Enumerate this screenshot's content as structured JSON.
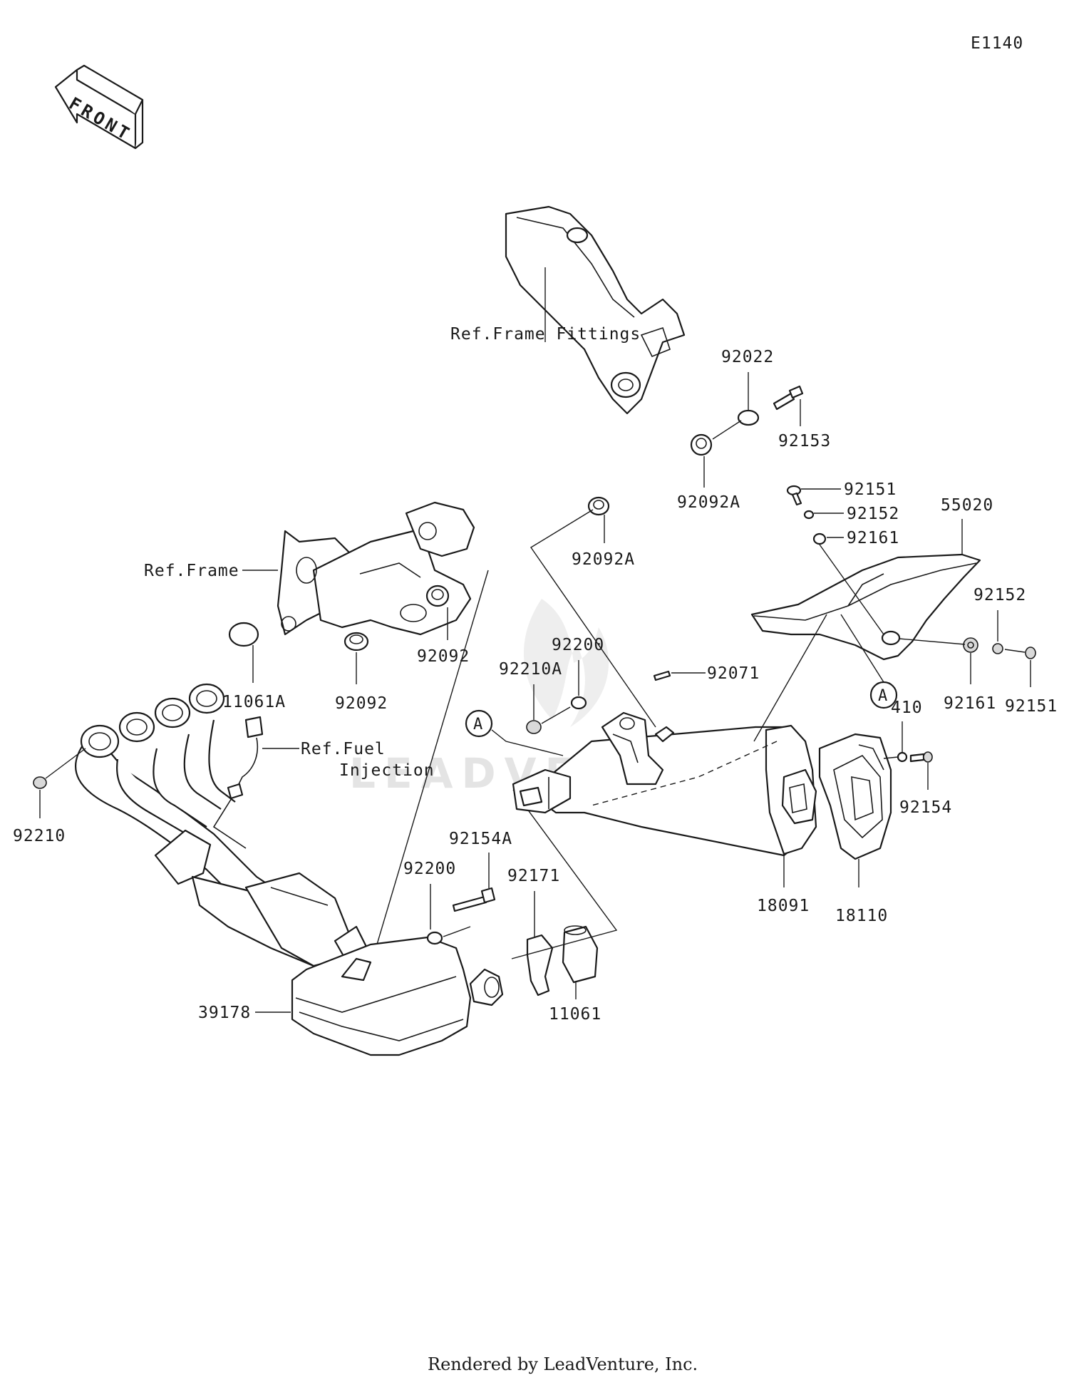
{
  "diagram": {
    "code": "E1140",
    "front_label": "FRONT",
    "watermark": "LEADVENTURE",
    "footer": "Rendered by LeadVenture, Inc.",
    "refs": {
      "frame_fittings": "Ref.Frame Fittings",
      "frame": "Ref.Frame",
      "fuel_line1": "Ref.Fuel",
      "fuel_line2": "Injection"
    },
    "callout_a": "A",
    "parts": {
      "p92022": "92022",
      "p92153": "92153",
      "p92092A_top": "92092A",
      "p92092A_low": "92092A",
      "p92151_top": "92151",
      "p92152_top": "92152",
      "p92161_top": "92161",
      "p55020": "55020",
      "p92152_r": "92152",
      "p92161_r": "92161",
      "p92151_r": "92151",
      "p92092_a": "92092",
      "p92092_b": "92092",
      "p11061A": "11061A",
      "p92200_top": "92200",
      "p92210A": "92210A",
      "p92071": "92071",
      "p410": "410",
      "p92154": "92154",
      "p18091": "18091",
      "p18110": "18110",
      "p92210": "92210",
      "p92154A": "92154A",
      "p92200_low": "92200",
      "p92171": "92171",
      "p11061": "11061",
      "p39178": "39178"
    }
  }
}
